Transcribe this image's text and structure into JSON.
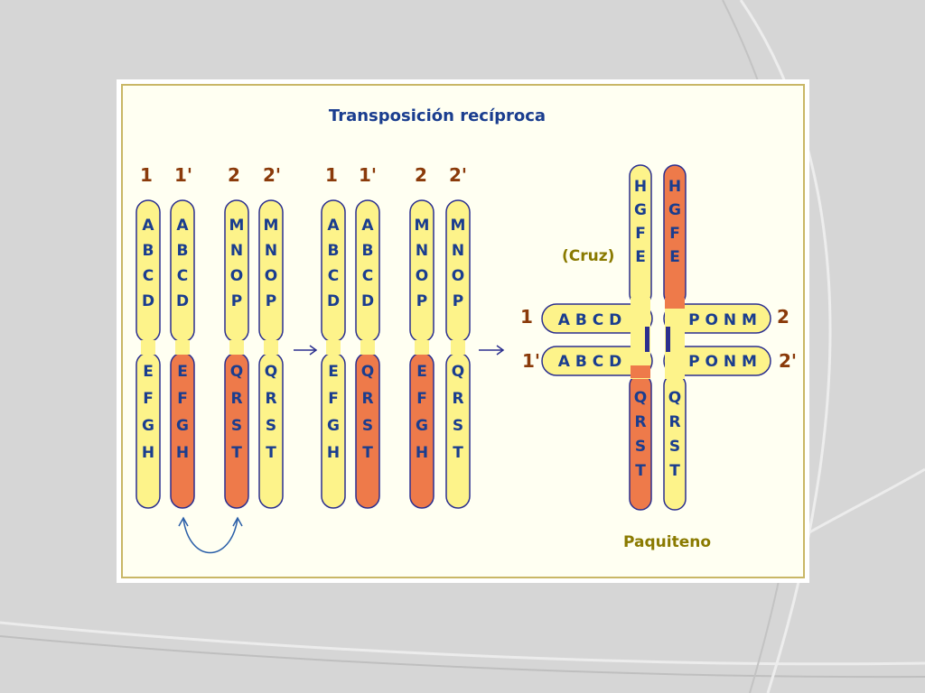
{
  "title": "Transposición recíproca",
  "labels": {
    "a1": "1",
    "a1p": "1'",
    "a2": "2",
    "a2p": "2'",
    "b1": "1",
    "b1p": "1'",
    "b2": "2",
    "b2p": "2'",
    "cross1": "1",
    "cross1p": "1'",
    "cross2": "2",
    "cross2p": "2'"
  },
  "cruz_label": "(Cruz)",
  "paquiteno_label": "Paquiteno",
  "colors": {
    "yellow": "#fdf38a",
    "orange": "#ee7a4a",
    "outline": "#2b2f8f",
    "text": "#1a3d8f",
    "label": "#8a3a0a",
    "olive": "#8a7a00"
  },
  "before": [
    {
      "top": [
        "A",
        "B",
        "C",
        "D"
      ],
      "bottom": [
        "E",
        "F",
        "G",
        "H"
      ],
      "bottom_color": "yellow"
    },
    {
      "top": [
        "A",
        "B",
        "C",
        "D"
      ],
      "bottom": [
        "E",
        "F",
        "G",
        "H"
      ],
      "bottom_color": "orange"
    },
    {
      "top": [
        "M",
        "N",
        "O",
        "P"
      ],
      "bottom": [
        "Q",
        "R",
        "S",
        "T"
      ],
      "bottom_color": "orange"
    },
    {
      "top": [
        "M",
        "N",
        "O",
        "P"
      ],
      "bottom": [
        "Q",
        "R",
        "S",
        "T"
      ],
      "bottom_color": "yellow"
    }
  ],
  "after": [
    {
      "top": [
        "A",
        "B",
        "C",
        "D"
      ],
      "bottom": [
        "E",
        "F",
        "G",
        "H"
      ],
      "bottom_color": "yellow"
    },
    {
      "top": [
        "A",
        "B",
        "C",
        "D"
      ],
      "bottom": [
        "Q",
        "R",
        "S",
        "T"
      ],
      "bottom_color": "orange"
    },
    {
      "top": [
        "M",
        "N",
        "O",
        "P"
      ],
      "bottom": [
        "E",
        "F",
        "G",
        "H"
      ],
      "bottom_color": "orange"
    },
    {
      "top": [
        "M",
        "N",
        "O",
        "P"
      ],
      "bottom": [
        "Q",
        "R",
        "S",
        "T"
      ],
      "bottom_color": "yellow"
    }
  ],
  "cross": {
    "up_left": [
      "H",
      "G",
      "F",
      "E"
    ],
    "up_right": [
      "H",
      "G",
      "F",
      "E"
    ],
    "left_top": "A B C D",
    "left_bottom": "A B C D",
    "right_top": "P O N M",
    "right_bottom": "P O N M",
    "down_left": [
      "Q",
      "R",
      "S",
      "T"
    ],
    "down_right": [
      "Q",
      "R",
      "S",
      "T"
    ]
  }
}
